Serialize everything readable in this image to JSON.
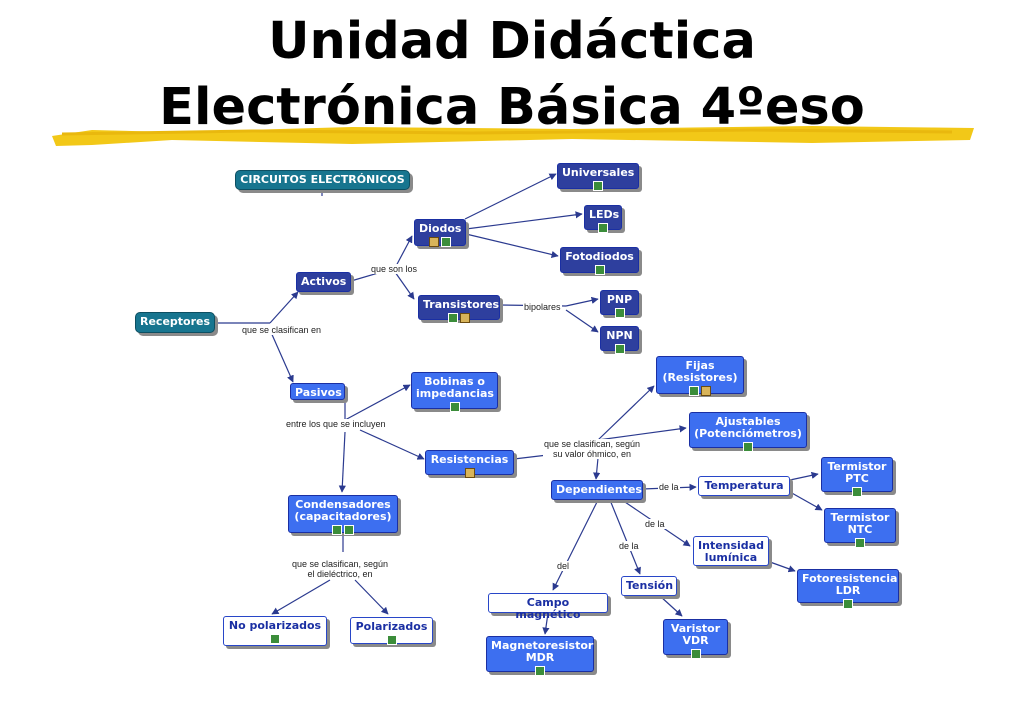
{
  "title": {
    "line1": "Unidad Didáctica",
    "line2": "Electrónica Básica  4ºeso"
  },
  "colors": {
    "node_blue": "#3d6ff0",
    "node_navy": "#2e3f9e",
    "node_teal": "#17758f",
    "highlight": "#f2c818",
    "arrow": "#2b3a8f"
  },
  "nodes": {
    "circuitos": "CIRCUITOS ELECTRÓNICOS",
    "receptores": "Receptores",
    "activos": "Activos",
    "pasivos": "Pasivos",
    "diodos": "Diodos",
    "transistores": "Transistores",
    "universales": "Universales",
    "leds": "LEDs",
    "fotodiodos": "Fotodiodos",
    "pnp": "PNP",
    "npn": "NPN",
    "bobinas": "Bobinas o\nimpedancias",
    "resistencias": "Resistencias",
    "condensadores": "Condensadores\n(capacitadores)",
    "no_polarizados": "No polarizados",
    "polarizados": "Polarizados",
    "fijas": "Fijas\n(Resistores)",
    "ajustables": "Ajustables\n(Potenciómetros)",
    "dependientes": "Dependientes",
    "temperatura": "Temperatura",
    "ptc": "Termistor\nPTC",
    "ntc": "Termistor\nNTC",
    "intensidad": "Intensidad\nlumínica",
    "ldr": "Fotoresistencia\nLDR",
    "tension": "Tensión",
    "vdr": "Varistor\nVDR",
    "campo": "Campo magnético",
    "mdr": "Magnetoresistor\nMDR"
  },
  "links": {
    "que_se_clasifican_en": "que se clasifican en",
    "que_son_los": "que son los",
    "bipolares": "bipolares",
    "entre_los": "entre los que se incluyen",
    "segun_ohmico": "que se clasifican, según\nsu valor óhmico,  en",
    "segun_dielectrico": "que se clasifican, según\nel dieléctrico,  en",
    "de_la_1": "de la",
    "de_la_2": "de la",
    "de_la_3": "de la",
    "del": "del"
  }
}
